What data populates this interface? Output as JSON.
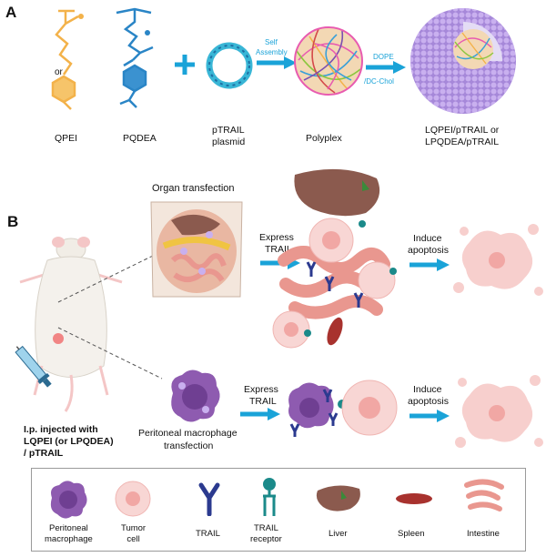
{
  "panel_a": {
    "letter": "A",
    "or": "or",
    "qpei": "QPEI",
    "pqdea": "PQDEA",
    "plasmid_line1": "pTRAIL",
    "plasmid_line2": "plasmid",
    "self_assembly_line1": "Self",
    "self_assembly_line2": "Assembly",
    "polyplex": "Polyplex",
    "dope_line1": "DOPE",
    "dope_line2": "/DC-Chol",
    "product_line1": "LQPEI/pTRAIL or",
    "product_line2": "LPQDEA/pTRAIL"
  },
  "panel_b": {
    "letter": "B",
    "organ_transfection": "Organ transfection",
    "express_trail_1_line1": "Express",
    "express_trail_1_line2": "TRAIL",
    "induce_apoptosis_1_line1": "Induce",
    "induce_apoptosis_1_line2": "apoptosis",
    "injection_line1": "I.p. injected with",
    "injection_line2": "LQPEI (or LPQDEA)",
    "injection_line3": "/ pTRAIL",
    "macrophage_line1": "Peritoneal macrophage",
    "macrophage_line2": "transfection",
    "express_trail_2_line1": "Express",
    "express_trail_2_line2": "TRAIL",
    "induce_apoptosis_2_line1": "Induce",
    "induce_apoptosis_2_line2": "apoptosis"
  },
  "legend": [
    {
      "line1": "Peritoneal",
      "line2": "macrophage"
    },
    {
      "line1": "Tumor",
      "line2": "cell"
    },
    {
      "line1": "TRAIL",
      "line2": ""
    },
    {
      "line1": "TRAIL",
      "line2": "receptor"
    },
    {
      "line1": "Liver",
      "line2": ""
    },
    {
      "line1": "Spleen",
      "line2": ""
    },
    {
      "line1": "Intestine",
      "line2": ""
    }
  ],
  "colors": {
    "qpei": "#f3b24a",
    "pqdea": "#2a85c6",
    "plasmid": "#39b6d6",
    "arrow": "#1aa3d8",
    "liposome": "#b79ae6",
    "macrophage": "#8e5bb0",
    "tumor": "#f4c2c0",
    "trail": "#2b3a8f",
    "receptor": "#1b8a8a",
    "liver": "#8b5a4e",
    "spleen": "#a8322e",
    "intestine": "#e9978f"
  }
}
